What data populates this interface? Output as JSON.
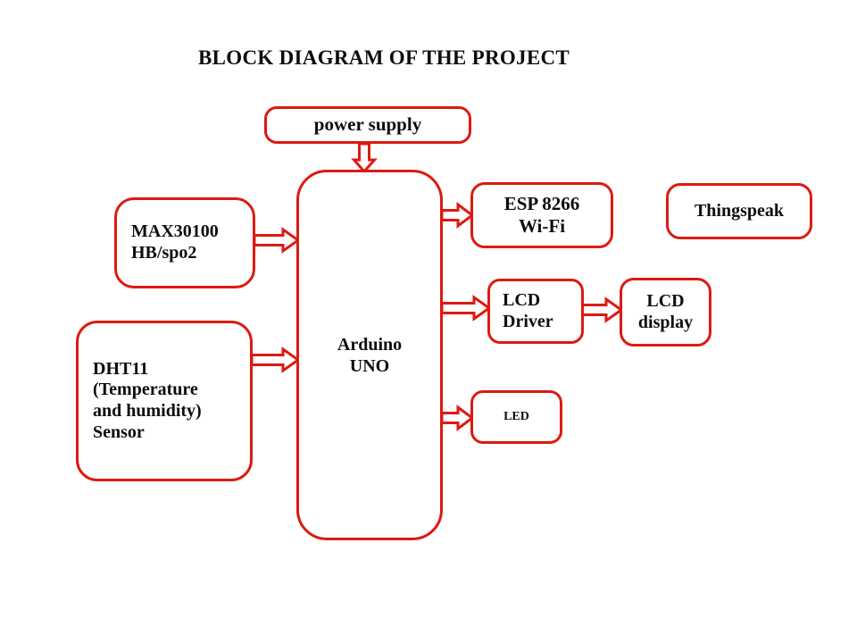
{
  "diagram": {
    "title": "BLOCK DIAGRAM OF THE PROJECT",
    "accent_color": "#dd1a11",
    "text_color": "#0d0d0d",
    "background_color": "#ffffff",
    "nodes": [
      {
        "id": "power-supply",
        "label": "power supply",
        "lines": [
          "power supply"
        ]
      },
      {
        "id": "max30100",
        "label": "MAX30100 HB/spo2",
        "lines": [
          "MAX30100",
          "HB/spo2"
        ]
      },
      {
        "id": "dht11",
        "label": "DHT11 (Temperature and humidity) Sensor",
        "lines": [
          "DHT11",
          "(Temperature",
          "and humidity)",
          "Sensor"
        ]
      },
      {
        "id": "arduino",
        "label": "Arduino UNO",
        "lines": [
          "Arduino",
          "UNO"
        ]
      },
      {
        "id": "esp8266",
        "label": "ESP 8266 Wi-Fi",
        "lines": [
          "ESP 8266",
          "Wi-Fi"
        ]
      },
      {
        "id": "thingspeak",
        "label": "Thingspeak",
        "lines": [
          "Thingspeak"
        ]
      },
      {
        "id": "lcd-driver",
        "label": "LCD Driver",
        "lines": [
          "LCD",
          "Driver"
        ]
      },
      {
        "id": "lcd-display",
        "label": "LCD display",
        "lines": [
          "LCD",
          "display"
        ]
      },
      {
        "id": "led",
        "label": "LED",
        "lines": [
          "LED"
        ]
      }
    ],
    "connections": [
      {
        "id": "power-to-arduino",
        "from": "power-supply",
        "to": "arduino",
        "direction": "down",
        "style": "hollow-block-arrow"
      },
      {
        "id": "max30100-to-arduino",
        "from": "max30100",
        "to": "arduino",
        "direction": "right",
        "style": "hollow-block-arrow"
      },
      {
        "id": "dht11-to-arduino",
        "from": "dht11",
        "to": "arduino",
        "direction": "right",
        "style": "hollow-block-arrow"
      },
      {
        "id": "arduino-to-esp8266",
        "from": "arduino",
        "to": "esp8266",
        "direction": "right",
        "style": "hollow-block-arrow"
      },
      {
        "id": "arduino-to-lcd-driver",
        "from": "arduino",
        "to": "lcd-driver",
        "direction": "right",
        "style": "hollow-block-arrow"
      },
      {
        "id": "lcd-driver-to-lcd-display",
        "from": "lcd-driver",
        "to": "lcd-display",
        "direction": "right",
        "style": "hollow-block-arrow"
      },
      {
        "id": "arduino-to-led",
        "from": "arduino",
        "to": "led",
        "direction": "right",
        "style": "hollow-block-arrow"
      }
    ]
  }
}
